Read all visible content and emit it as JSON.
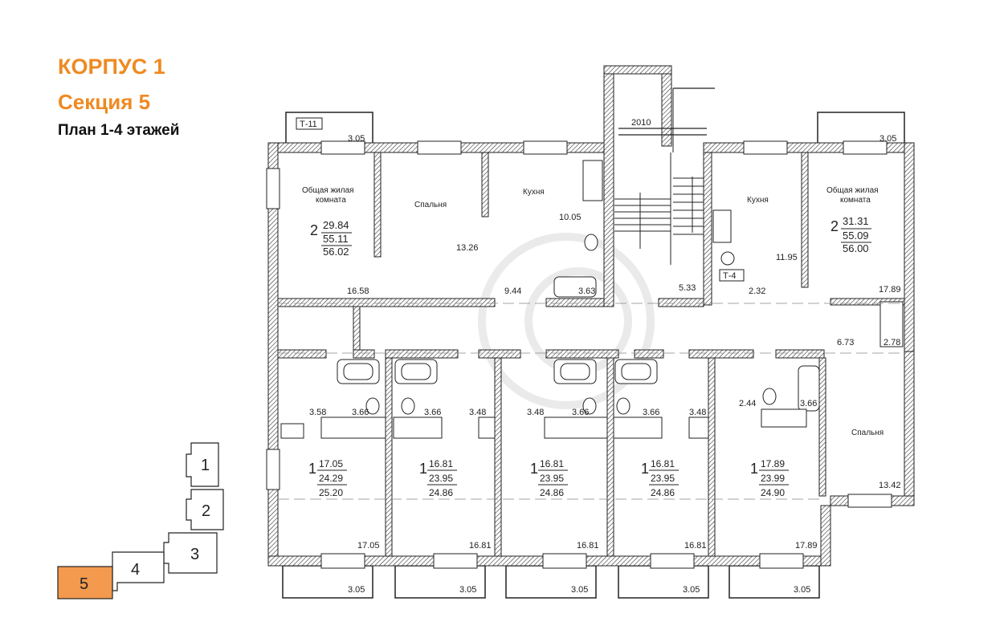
{
  "header": {
    "building": "КОРПУС 1",
    "section": "Секция 5",
    "plan": "План 1-4 этажей"
  },
  "colors": {
    "accent": "#ee8a22",
    "active_section": "#f39a4e"
  },
  "stair_label": "2010",
  "tags": {
    "t11": "Т-11",
    "t4": "Т-4"
  },
  "balcony_labels": [
    "3.05",
    "3.05",
    "3.05",
    "3.05",
    "3.05",
    "3.05",
    "3.05"
  ],
  "apartments_top": [
    {
      "rooms": "2",
      "living": "29.84",
      "total": "55.11",
      "total2": "56.02",
      "room_label": "Общая жилая\nкомната"
    },
    {
      "rooms": "2",
      "living": "31.31",
      "total": "55.09",
      "total2": "56.00",
      "room_label": "Общая жилая\nкомната"
    }
  ],
  "apartments_bottom": [
    {
      "rooms": "1",
      "living": "17.05",
      "total": "24.29",
      "total2": "25.20"
    },
    {
      "rooms": "1",
      "living": "16.81",
      "total": "23.95",
      "total2": "24.86"
    },
    {
      "rooms": "1",
      "living": "16.81",
      "total": "23.95",
      "total2": "24.86"
    },
    {
      "rooms": "1",
      "living": "16.81",
      "total": "23.95",
      "total2": "24.86"
    },
    {
      "rooms": "1",
      "living": "17.89",
      "total": "23.99",
      "total2": "24.90"
    }
  ],
  "room_names": {
    "bedroom": "Спальня",
    "kitchen": "Кухня",
    "living_left": "Общая жилая\nкомната",
    "living_right": "Общая жилая\nкомната"
  },
  "areas": {
    "a16_58": "16.58",
    "a13_26": "13.26",
    "a10_05": "10.05",
    "a9_44": "9.44",
    "a3_63": "3.63",
    "a5_33": "5.33",
    "a11_95": "11.95",
    "a2_32": "2.32",
    "a17_89t": "17.89",
    "a6_73": "6.73",
    "a2_78": "2.78",
    "a13_42": "13.42",
    "a2_44": "2.44",
    "a3_66r": "3.66",
    "b_3_58": "3.58",
    "b_3_66a": "3.66",
    "b_3_66b": "3.66",
    "b_3_48a": "3.48",
    "b_3_48b": "3.48",
    "b_3_66c": "3.66",
    "b_3_66d": "3.66",
    "b_3_48c": "3.48",
    "r_17_05": "17.05",
    "r_16_81a": "16.81",
    "r_16_81b": "16.81",
    "r_16_81c": "16.81",
    "r_17_89": "17.89"
  },
  "key_plan": {
    "sections": [
      "1",
      "2",
      "3",
      "4",
      "5"
    ],
    "active": "5"
  }
}
